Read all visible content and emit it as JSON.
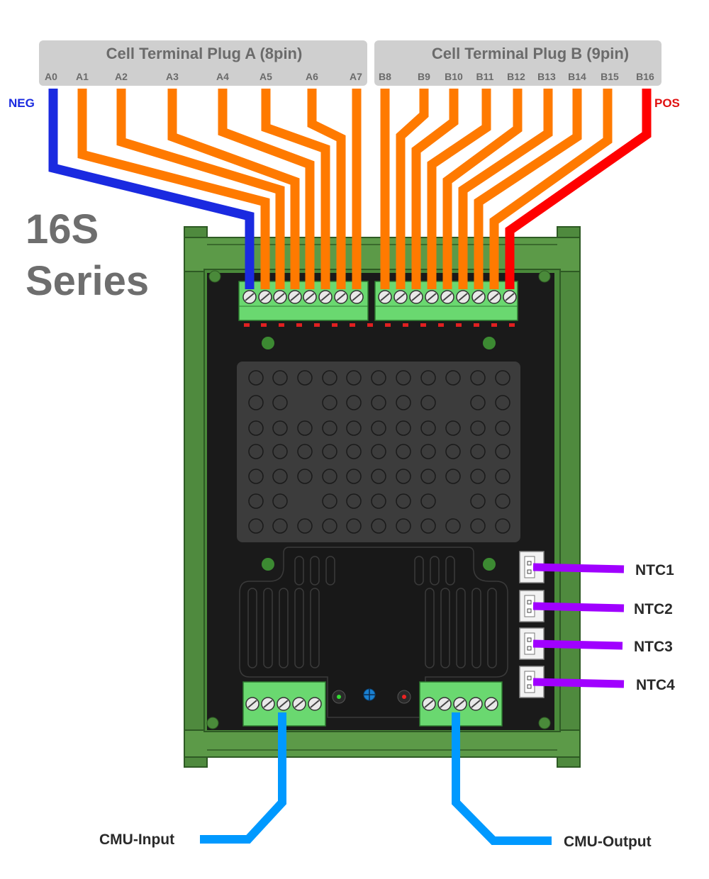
{
  "title": "16S\nSeries",
  "title_lines": [
    "16S",
    "Series"
  ],
  "plug_a": {
    "title": "Cell Terminal Plug A (8pin)",
    "pins": [
      "A0",
      "A1",
      "A2",
      "A3",
      "A4",
      "A5",
      "A6",
      "A7"
    ]
  },
  "plug_b": {
    "title": "Cell Terminal Plug B (9pin)",
    "pins": [
      "B8",
      "B9",
      "B10",
      "B11",
      "B12",
      "B13",
      "B14",
      "B15",
      "B16"
    ]
  },
  "neg_label": "NEG",
  "pos_label": "POS",
  "ntc_labels": [
    "NTC1",
    "NTC2",
    "NTC3",
    "NTC4"
  ],
  "cmu_input_label": "CMU-Input",
  "cmu_output_label": "CMU-Output",
  "colors": {
    "neg_wire": "#1a2ae0",
    "pos_wire": "#ff0000",
    "cell_wire": "#ff7a00",
    "ntc_wire": "#a000ff",
    "cmu_wire": "#0099ff",
    "board_green": "#4a8a3a",
    "terminal_green": "#6ad870",
    "heatsink": "#2a2a2a"
  }
}
